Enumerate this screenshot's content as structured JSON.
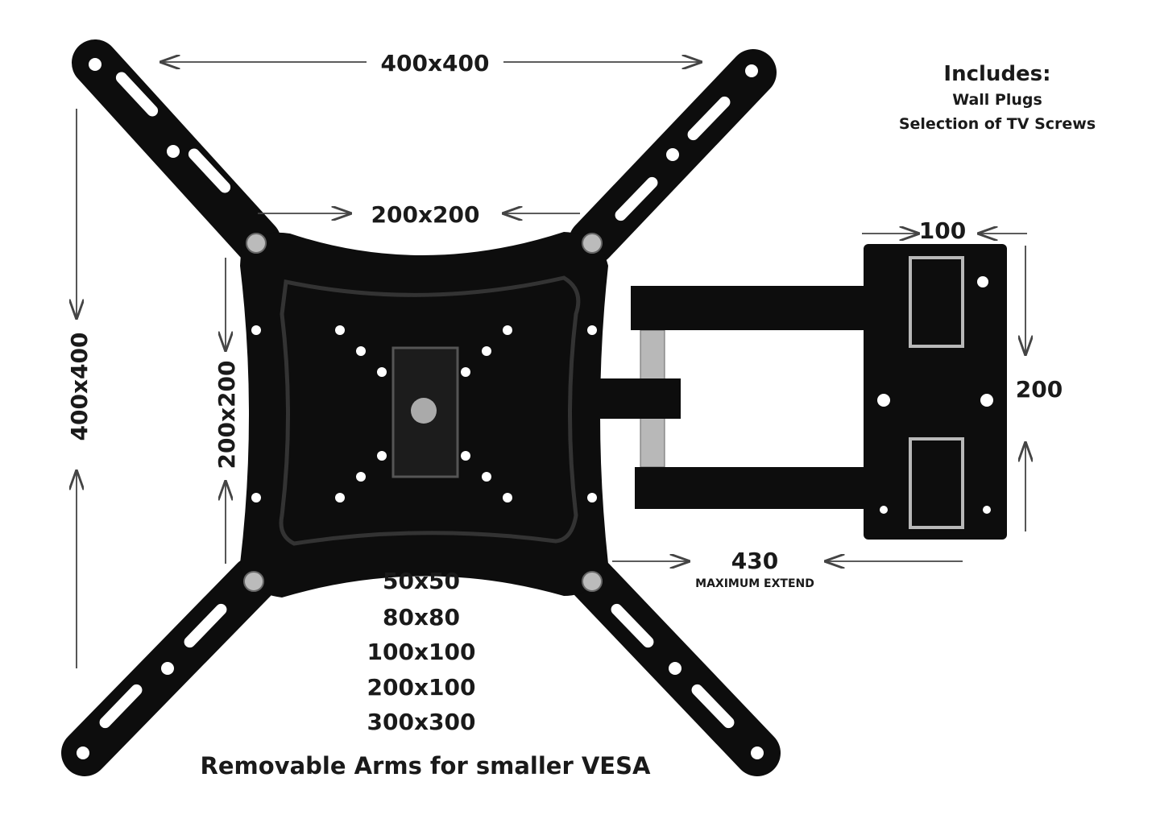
{
  "labels": {
    "top_width": "400x400",
    "inner_width": "200x200",
    "left_height": "400x400",
    "inner_height": "200x200",
    "wall_width": "100",
    "wall_height": "200",
    "extend_value": "430",
    "extend_caption": "MAXIMUM EXTEND",
    "removable_note": "Removable Arms for smaller VESA"
  },
  "includes": {
    "title": "Includes:",
    "items": [
      "Wall Plugs",
      "Selection of TV Screws"
    ]
  },
  "vesa_sizes": [
    "50x50",
    "80x80",
    "100x100",
    "200x100",
    "300x300"
  ],
  "colors": {
    "mount": "#0d0d0d",
    "text": "#1a1a1a",
    "arrow": "#444444",
    "chrome": "#b8b8b8"
  }
}
